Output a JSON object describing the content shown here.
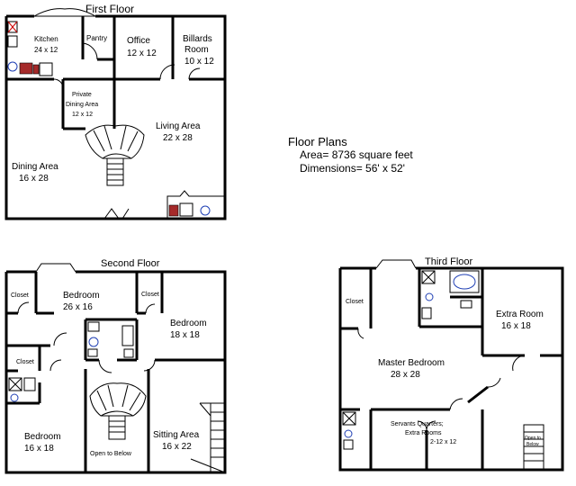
{
  "floors": {
    "first": {
      "title": "First Floor",
      "rooms": {
        "kitchen": {
          "name": "Kitchen",
          "size": "24 x 12"
        },
        "pantry": {
          "name": "Pantry"
        },
        "office": {
          "name": "Office",
          "size": "12 x 12"
        },
        "billards": {
          "name1": "Billards",
          "name2": "Room",
          "size": "10 x 12"
        },
        "private_dining": {
          "name1": "Private",
          "name2": "Dining Area",
          "size": "12 x 12"
        },
        "living": {
          "name": "Living Area",
          "size": "22 x 28"
        },
        "dining": {
          "name": "Dining Area",
          "size": "16 x 28"
        }
      }
    },
    "second": {
      "title": "Second Floor",
      "rooms": {
        "closet_top": {
          "name": "Closet"
        },
        "bedroom_main": {
          "name": "Bedroom",
          "size": "26 x 16"
        },
        "closet_mid": {
          "name": "Closet"
        },
        "bedroom_right": {
          "name": "Bedroom",
          "size": "18 x 18"
        },
        "closet_left": {
          "name": "Closet"
        },
        "bedroom_low": {
          "name": "Bedroom",
          "size": "16 x 18"
        },
        "open_below": {
          "name": "Open to Below"
        },
        "sitting": {
          "name": "Sitting Area",
          "size": "16 x 22"
        }
      }
    },
    "third": {
      "title": "Third Floor",
      "rooms": {
        "closet": {
          "name": "Closet"
        },
        "extra": {
          "name": "Extra Room",
          "size": "16 x 18"
        },
        "master": {
          "name": "Master Bedroom",
          "size": "28 x 28"
        },
        "servants": {
          "name1": "Servants Quarters;",
          "name2": "Extra Rooms",
          "size": "2-12 x 12"
        },
        "open_below": {
          "name1": "Open to",
          "name2": "Below"
        }
      }
    }
  },
  "info": {
    "heading": "Floor Plans",
    "area": "Area= 8736 square feet",
    "dimensions": "Dimensions= 56' x 52'"
  }
}
